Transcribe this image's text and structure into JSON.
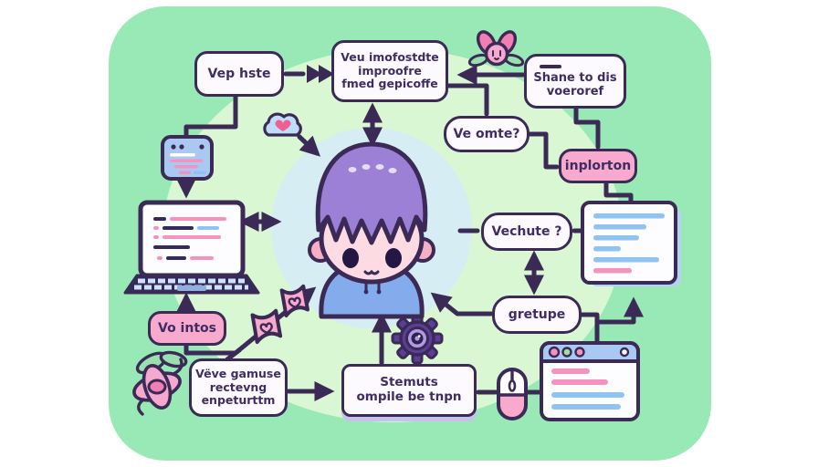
{
  "diagram": {
    "style": "pastel-cartoon-flowchart",
    "colors": {
      "panel_green": "#99e9b6",
      "inner_blob_green": "#d9f7d3",
      "halo_blue": "#d6edf3",
      "outline_purple": "#3a2a55",
      "box_fill": "#fdfaff",
      "pink_box_fill": "#f7a9ce",
      "blue_ui_fill": "#a9c9f3",
      "code_line_blue": "#8ec3f2",
      "code_line_pink": "#f493c0",
      "hair_purple": "#9b80d6",
      "hoodie_blue": "#84abec"
    },
    "nodes": {
      "vep_hste": {
        "label": "Vep hste"
      },
      "veu_imofostdte": {
        "lines": [
          "Veu imofostdte",
          "improofre",
          "fmed gepicoffe"
        ]
      },
      "shane_to_dis": {
        "lines": [
          "Shane to dis",
          "voeroref"
        ]
      },
      "ve_omte": {
        "label": "Ve omte?"
      },
      "inplorton": {
        "label": "inplorton"
      },
      "vechute": {
        "label": "Vechute ?"
      },
      "gretupe": {
        "label": "gretupe"
      },
      "vo_intos": {
        "label": "Vo intos"
      },
      "vevegamuse": {
        "lines": [
          "Vëve gamuse",
          "rectevng",
          "enpeturttm"
        ]
      },
      "stemuts": {
        "lines": [
          "Stemuts",
          "ompile be tnpn"
        ]
      }
    },
    "icons": [
      "boy-avatar",
      "laptop-icon",
      "code-window-icon",
      "cloud-heart-icon",
      "code-panel-icon",
      "browser-window-icon",
      "gear-icon",
      "mouse-icon",
      "mail-flag-icon",
      "flower-blossom-icon",
      "flower-leaf-icon"
    ]
  }
}
